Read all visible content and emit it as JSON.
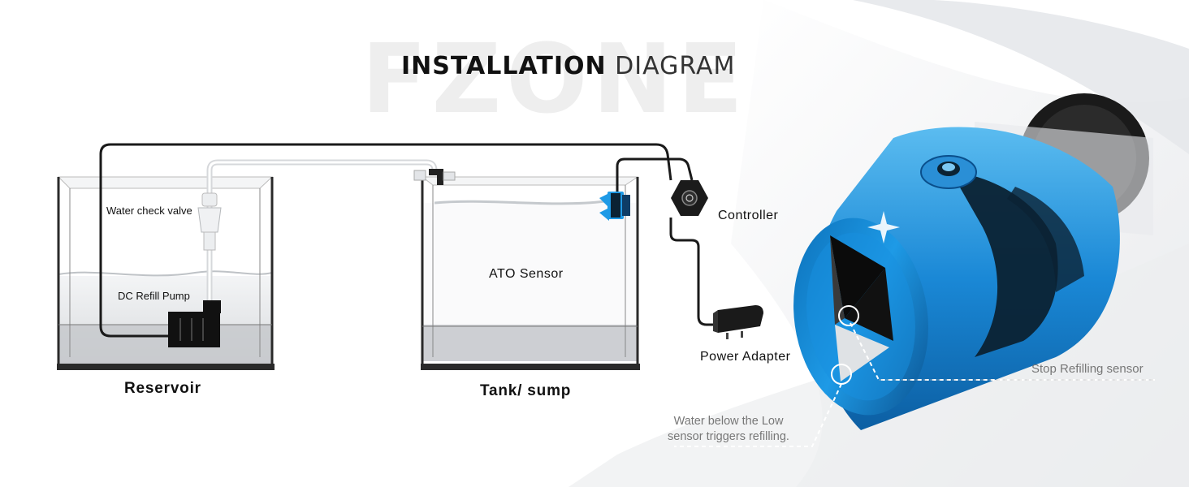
{
  "header": {
    "watermark": "FZONE",
    "title_bold": "INSTALLATION",
    "title_light": "DIAGRAM"
  },
  "labels": {
    "water_check_valve": "Water check valve",
    "dc_refill_pump": "DC Refill Pump",
    "ato_sensor": "ATO Sensor",
    "controller": "Controller",
    "power_adapter": "Power Adapter",
    "reservoir": "Reservoir",
    "tank_sump": "Tank/ sump",
    "stop_refilling_sensor": "Stop Refilling sensor",
    "low_sensor_line1": "Water below the Low",
    "low_sensor_line2": "sensor triggers refilling."
  },
  "colors": {
    "sensor_blue": "#1e9ae6",
    "sensor_dark": "#0b2233",
    "cable": "#1a1a1a",
    "water": "#d8dadc",
    "glass_edge": "#2a2a2a"
  }
}
